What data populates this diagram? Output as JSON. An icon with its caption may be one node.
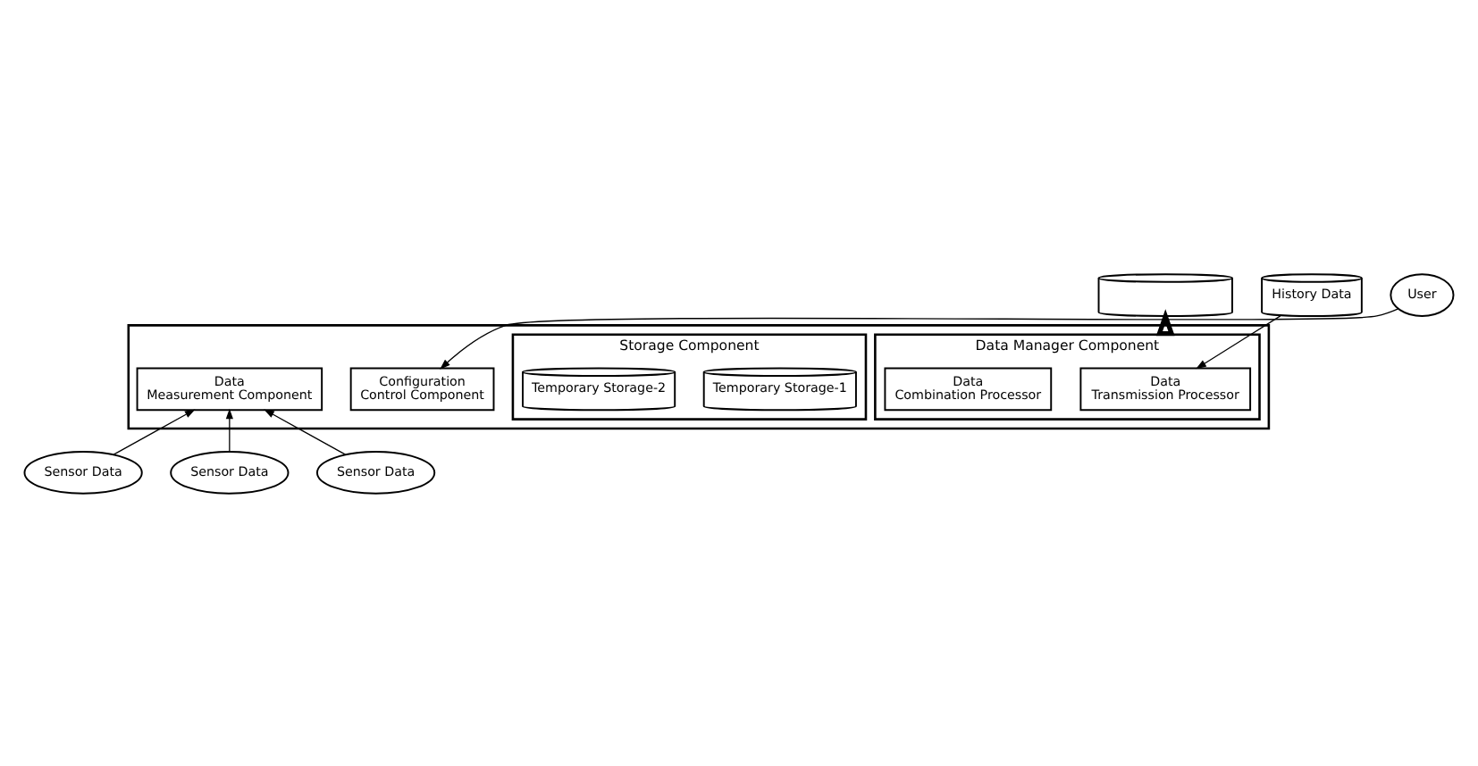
{
  "diagram": {
    "nodes": [
      {
        "text": [],
        "shape": "cylinder"
      },
      {
        "text": [],
        "shape": "box"
      },
      {
        "text": [
          "Data Manager Component"
        ],
        "in": 1
      },
      {
        "text": [
          "Data Transmission Processor"
        ],
        "in": 2
      },
      {
        "text": [
          "Data Combination Processor"
        ],
        "in": 2
      },
      {
        "text": [
          "Storage Component"
        ],
        "in": 1
      },
      {
        "text": [
          "Temporary Storage-1"
        ],
        "in": 5
      },
      {
        "text": [
          "Temporary Storage-2"
        ],
        "in": 5
      },
      {
        "text": [
          "Configuration Control Component"
        ],
        "in": 1
      },
      {
        "text": [
          "Data Measurement Component"
        ],
        "in": 1
      },
      {
        "text": [
          "History Data"
        ]
      },
      {
        "text": [
          "User"
        ]
      },
      {
        "text": [
          "Sensor Data"
        ]
      },
      {
        "text": [
          "Sensor Data"
        ]
      },
      {
        "text": [
          "Sensor Data"
        ]
      }
    ],
    "edges": [
      {
        "from": 1,
        "to": 0,
        "arrow": "to",
        "style": "thick"
      },
      {
        "from": 10,
        "to": 3,
        "arrow": "to"
      },
      {
        "from": 11,
        "to": 8,
        "arrow": "to"
      },
      {
        "from": 12,
        "to": 9,
        "arrow": "to"
      },
      {
        "from": 13,
        "to": 9,
        "arrow": "to"
      },
      {
        "from": 14,
        "to": 9,
        "arrow": "to"
      }
    ]
  }
}
